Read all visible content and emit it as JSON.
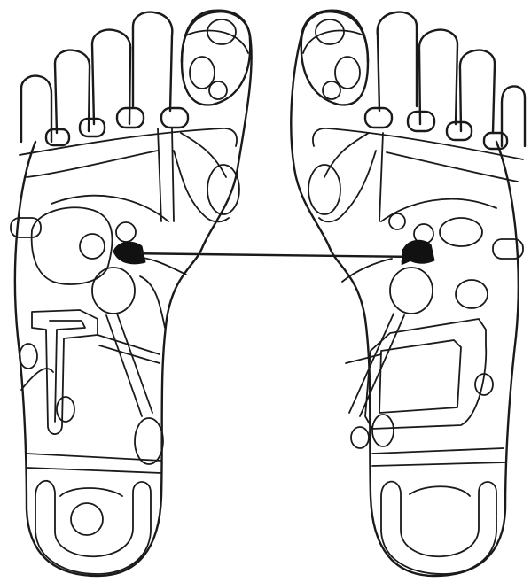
{
  "figure": {
    "subject": "foot-reflexology-map",
    "feet": [
      "left-sole",
      "right-sole"
    ],
    "colors": {
      "line": "#1a1a1a",
      "background": "#ffffff",
      "marker": "#111111"
    },
    "annotation": {
      "type": "double-headed-arrow",
      "connects": "highlighted-reflex-point-left-to-right"
    }
  }
}
